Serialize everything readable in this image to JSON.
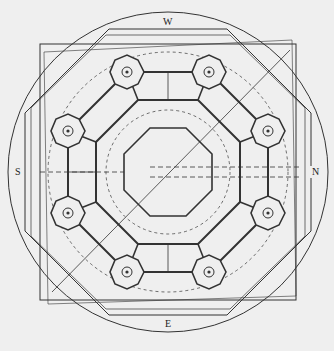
{
  "diagram": {
    "labels": [
      "W",
      "S",
      "N",
      "E"
    ]
  }
}
